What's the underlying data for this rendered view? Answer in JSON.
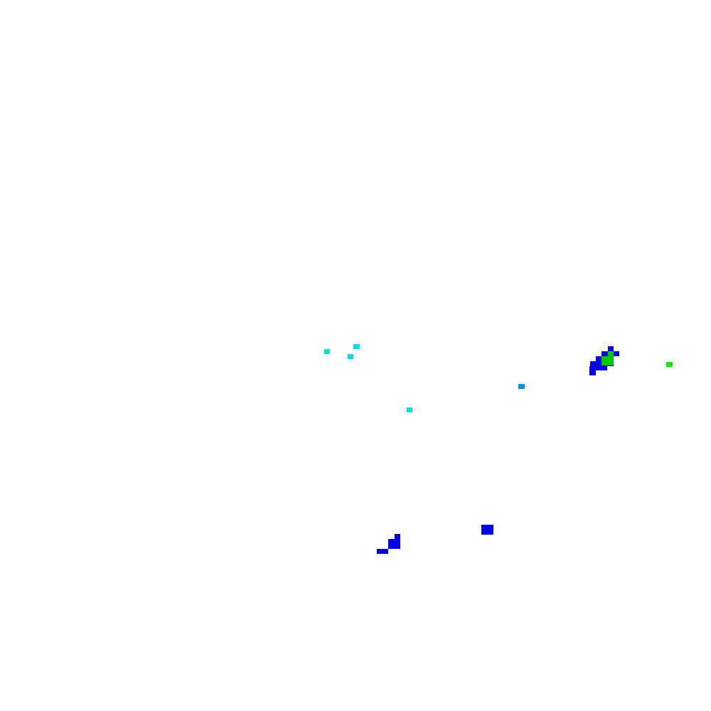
{
  "palette": {
    "background": "#ffffff",
    "cyan": "#00dede",
    "light-blue": "#0096e6",
    "blue": "#0000e6",
    "green": "#00c800",
    "bright-green": "#00f000"
  },
  "cell_groups": [
    {
      "name": "cyan-cell",
      "color_key": "cyan",
      "count": 4
    },
    {
      "name": "light-blue-cell",
      "color_key": "light-blue",
      "count": 1
    },
    {
      "name": "blue-cell",
      "color_key": "blue",
      "count": 3
    },
    {
      "name": "green-cell",
      "color_key": "green",
      "count": 1
    },
    {
      "name": "bright-green-cell",
      "color_key": "bright-green",
      "count": 1
    }
  ]
}
